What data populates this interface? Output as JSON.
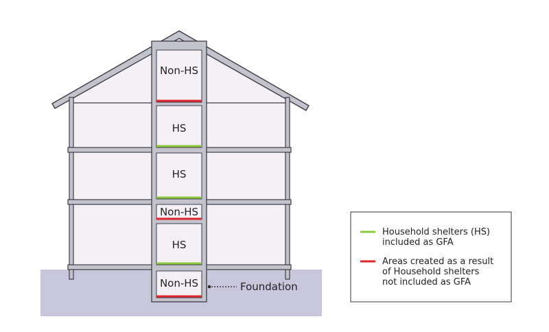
{
  "rooms": [
    {
      "label": "Non-HS",
      "line": "red"
    },
    {
      "label": "HS",
      "line": "green"
    },
    {
      "label": "HS",
      "line": "green"
    },
    {
      "label": "Non-HS",
      "line": "red"
    },
    {
      "label": "HS",
      "line": "green"
    },
    {
      "label": "Non-HS",
      "line": "red"
    }
  ],
  "foundation_label": "Foundation",
  "legend": {
    "items": [
      {
        "color": "#8dc63f",
        "lines": [
          "Household shelters (HS)",
          "included as GFA"
        ]
      },
      {
        "color": "#e0262c",
        "lines": [
          "Areas created as a result",
          "of Household shelters",
          "not included as GFA"
        ]
      }
    ]
  },
  "colors": {
    "wall": "#c3c3cd",
    "wall_outline": "#3c3c46",
    "room_fill": "#f5f0f5",
    "ground": "#c8c6dc",
    "hs_line": "#8dc63f",
    "non_hs_line": "#e0262c"
  }
}
